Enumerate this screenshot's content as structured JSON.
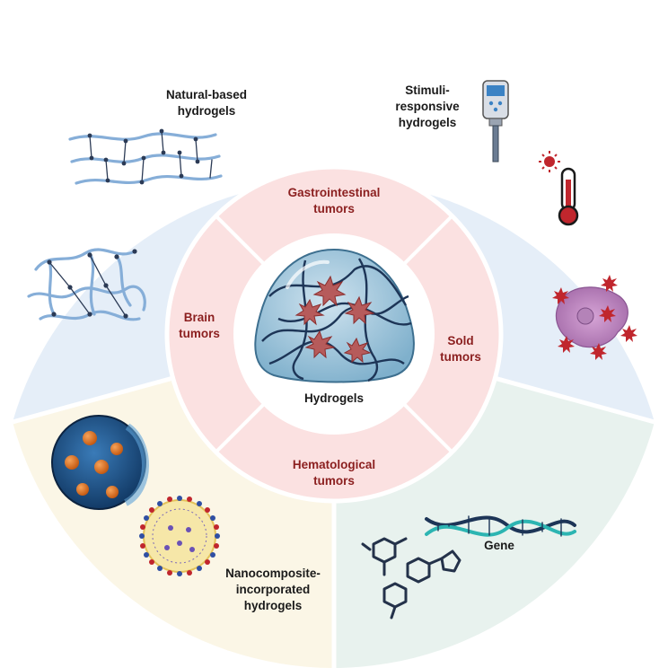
{
  "center": {
    "label": "Hydrogels"
  },
  "tumors": {
    "top_line1": "Gastrointestinal",
    "top_line2": "tumors",
    "left_line1": "Brain",
    "left_line2": "tumors",
    "right_line1": "Sold",
    "right_line2": "tumors",
    "bottom_line1": "Hematological",
    "bottom_line2": "tumors"
  },
  "categories": {
    "natural_line1": "Natural-based",
    "natural_line2": "hydrogels",
    "stimuli_line1": "Stimuli-",
    "stimuli_line2": "responsive",
    "stimuli_line3": "hydrogels",
    "nano_line1": "Nanocomposite-",
    "nano_line2": "incorporated",
    "nano_line3": "hydrogels",
    "gene": "Gene"
  },
  "colors": {
    "outer_blue": "#e5eef8",
    "outer_yellow": "#fbf6e6",
    "outer_green": "#e8f2ee",
    "inner_ring": "#fbe1e1",
    "tumor_text": "#8b1f1f",
    "hydrogel_blue": "#7fb0cc",
    "fiber": "#1d3557"
  }
}
